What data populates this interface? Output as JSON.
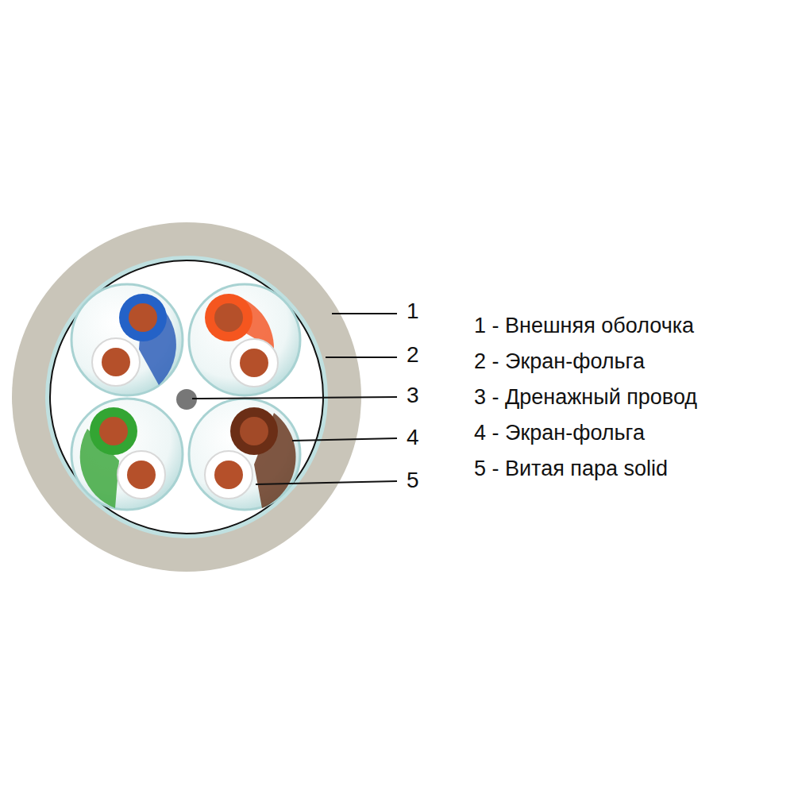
{
  "diagram": {
    "labels": [
      "1",
      "2",
      "3",
      "4",
      "5",
      "1 - Внешняя оболочка",
      "2 - Экран-фольга",
      "3 - Дренажный провод",
      "4 - Экран-фольга",
      "5 - Витая пара solid"
    ]
  }
}
